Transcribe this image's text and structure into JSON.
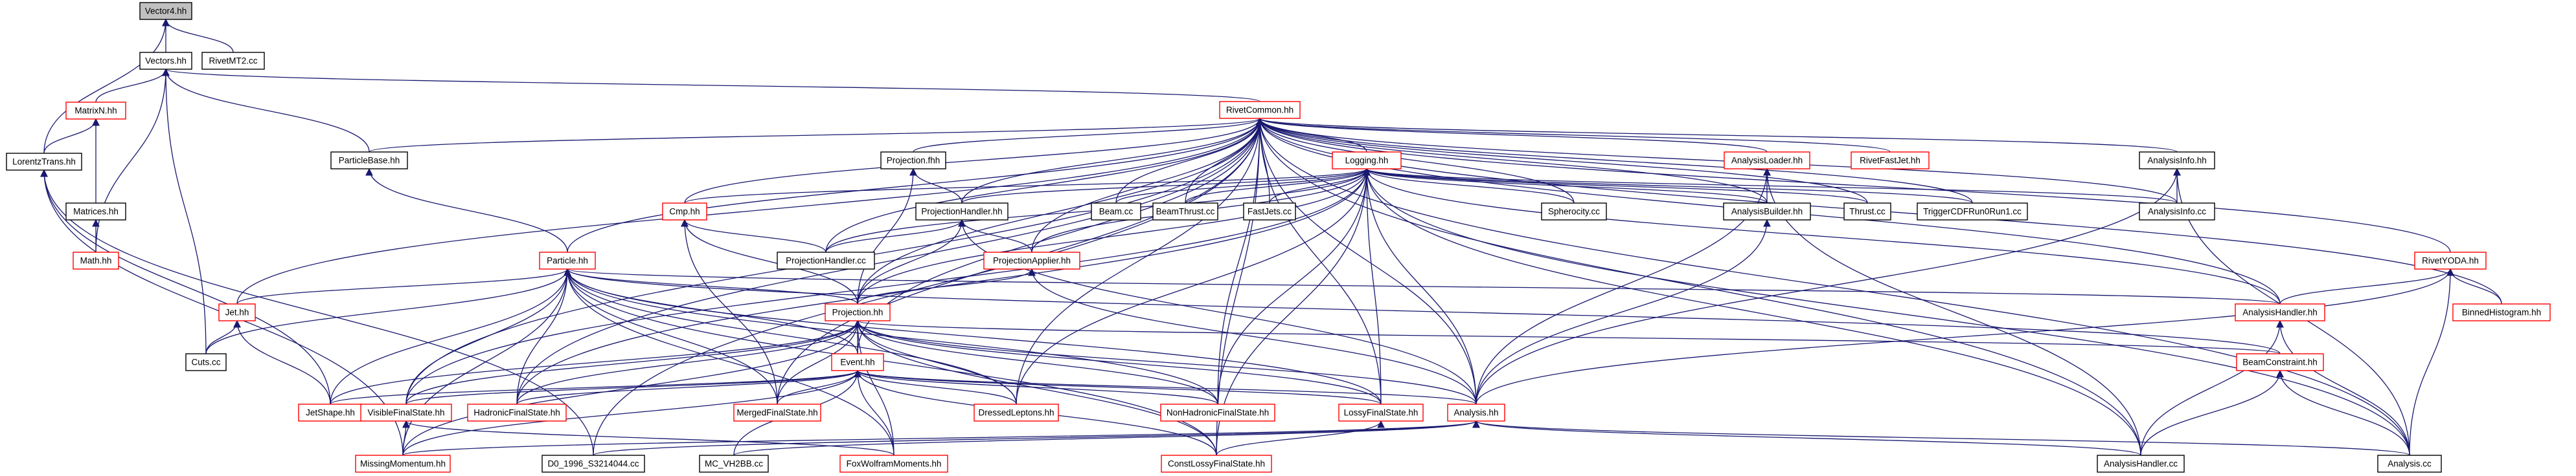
{
  "colors": {
    "edge": "#191970",
    "box_documented": "#000000",
    "box_undocumented": "#ff0000",
    "current_fill": "#c0c0c0"
  },
  "nodes": [
    {
      "id": "vector4",
      "label": "Vector4.hh",
      "state": "current"
    },
    {
      "id": "vectors",
      "label": "Vectors.hh",
      "state": "documented"
    },
    {
      "id": "rivetmt2",
      "label": "RivetMT2.cc",
      "state": "documented"
    },
    {
      "id": "matrixn",
      "label": "MatrixN.hh",
      "state": "undocumented"
    },
    {
      "id": "lorentztrans",
      "label": "LorentzTrans.hh",
      "state": "documented"
    },
    {
      "id": "matrices",
      "label": "Matrices.hh",
      "state": "documented"
    },
    {
      "id": "math",
      "label": "Math.hh",
      "state": "undocumented"
    },
    {
      "id": "rivetcommon",
      "label": "RivetCommon.hh",
      "state": "undocumented"
    },
    {
      "id": "particlebase",
      "label": "ParticleBase.hh",
      "state": "documented"
    },
    {
      "id": "projectionfhh",
      "label": "Projection.fhh",
      "state": "documented"
    },
    {
      "id": "logging",
      "label": "Logging.hh",
      "state": "undocumented"
    },
    {
      "id": "analysisloader",
      "label": "AnalysisLoader.hh",
      "state": "undocumented"
    },
    {
      "id": "rivetfastjet",
      "label": "RivetFastJet.hh",
      "state": "undocumented"
    },
    {
      "id": "analysisinfohh",
      "label": "AnalysisInfo.hh",
      "state": "documented"
    },
    {
      "id": "cmp",
      "label": "Cmp.hh",
      "state": "undocumented"
    },
    {
      "id": "projectionhandlerhh",
      "label": "ProjectionHandler.hh",
      "state": "documented"
    },
    {
      "id": "beam",
      "label": "Beam.cc",
      "state": "documented"
    },
    {
      "id": "beamthrust",
      "label": "BeamThrust.cc",
      "state": "documented"
    },
    {
      "id": "fastjets",
      "label": "FastJets.cc",
      "state": "documented"
    },
    {
      "id": "spherocity",
      "label": "Spherocity.cc",
      "state": "documented"
    },
    {
      "id": "analysisbuilder",
      "label": "AnalysisBuilder.hh",
      "state": "documented"
    },
    {
      "id": "thrust",
      "label": "Thrust.cc",
      "state": "documented"
    },
    {
      "id": "triggercdf",
      "label": "TriggerCDFRun0Run1.cc",
      "state": "documented"
    },
    {
      "id": "analysisinfocc",
      "label": "AnalysisInfo.cc",
      "state": "documented"
    },
    {
      "id": "projectionhandlercc",
      "label": "ProjectionHandler.cc",
      "state": "documented"
    },
    {
      "id": "projectionapplier",
      "label": "ProjectionApplier.hh",
      "state": "undocumented"
    },
    {
      "id": "particle",
      "label": "Particle.hh",
      "state": "undocumented"
    },
    {
      "id": "rivetyoda",
      "label": "RivetYODA.hh",
      "state": "undocumented"
    },
    {
      "id": "jet",
      "label": "Jet.hh",
      "state": "undocumented"
    },
    {
      "id": "projectionhh",
      "label": "Projection.hh",
      "state": "undocumented"
    },
    {
      "id": "analysishandlerhh",
      "label": "AnalysisHandler.hh",
      "state": "undocumented"
    },
    {
      "id": "binnedhistogram",
      "label": "BinnedHistogram.hh",
      "state": "undocumented"
    },
    {
      "id": "cuts",
      "label": "Cuts.cc",
      "state": "documented"
    },
    {
      "id": "event",
      "label": "Event.hh",
      "state": "undocumented"
    },
    {
      "id": "beamconstraint",
      "label": "BeamConstraint.hh",
      "state": "undocumented"
    },
    {
      "id": "jetshape",
      "label": "JetShape.hh",
      "state": "undocumented"
    },
    {
      "id": "visiblefinalstate",
      "label": "VisibleFinalState.hh",
      "state": "undocumented"
    },
    {
      "id": "hadronicfinalstate",
      "label": "HadronicFinalState.hh",
      "state": "undocumented"
    },
    {
      "id": "mergedfinalstate",
      "label": "MergedFinalState.hh",
      "state": "undocumented"
    },
    {
      "id": "dressedleptons",
      "label": "DressedLeptons.hh",
      "state": "undocumented"
    },
    {
      "id": "nonhadronicfinalstate",
      "label": "NonHadronicFinalState.hh",
      "state": "undocumented"
    },
    {
      "id": "lossyfinalstate",
      "label": "LossyFinalState.hh",
      "state": "undocumented"
    },
    {
      "id": "analysishh",
      "label": "Analysis.hh",
      "state": "undocumented"
    },
    {
      "id": "missingmomentum",
      "label": "MissingMomentum.hh",
      "state": "undocumented"
    },
    {
      "id": "d0",
      "label": "D0_1996_S3214044.cc",
      "state": "documented"
    },
    {
      "id": "mcvh2bb",
      "label": "MC_VH2BB.cc",
      "state": "documented"
    },
    {
      "id": "foxwolfram",
      "label": "FoxWolframMoments.hh",
      "state": "undocumented"
    },
    {
      "id": "constlossy",
      "label": "ConstLossyFinalState.hh",
      "state": "undocumented"
    },
    {
      "id": "analysishandlercc",
      "label": "AnalysisHandler.cc",
      "state": "documented"
    },
    {
      "id": "analysiscc",
      "label": "Analysis.cc",
      "state": "documented"
    }
  ],
  "edges": [
    [
      "vector4",
      "vectors"
    ],
    [
      "vector4",
      "rivetmt2"
    ],
    [
      "vector4",
      "lorentztrans"
    ],
    [
      "vectors",
      "matrixn"
    ],
    [
      "vectors",
      "math"
    ],
    [
      "vectors",
      "cuts"
    ],
    [
      "vectors",
      "rivetcommon"
    ],
    [
      "vectors",
      "particlebase"
    ],
    [
      "matrixn",
      "lorentztrans"
    ],
    [
      "matrixn",
      "matrices"
    ],
    [
      "matrices",
      "math"
    ],
    [
      "lorentztrans",
      "jetshape"
    ],
    [
      "lorentztrans",
      "missingmomentum"
    ],
    [
      "lorentztrans",
      "d0"
    ],
    [
      "rivetcommon",
      "particlebase"
    ],
    [
      "rivetcommon",
      "projectionfhh"
    ],
    [
      "rivetcommon",
      "logging"
    ],
    [
      "rivetcommon",
      "analysisloader"
    ],
    [
      "rivetcommon",
      "rivetfastjet"
    ],
    [
      "rivetcommon",
      "analysisinfohh"
    ],
    [
      "rivetcommon",
      "cmp"
    ],
    [
      "rivetcommon",
      "projectionhandlerhh"
    ],
    [
      "rivetcommon",
      "beam"
    ],
    [
      "rivetcommon",
      "beamthrust"
    ],
    [
      "rivetcommon",
      "fastjets"
    ],
    [
      "rivetcommon",
      "spherocity"
    ],
    [
      "rivetcommon",
      "analysisbuilder"
    ],
    [
      "rivetcommon",
      "thrust"
    ],
    [
      "rivetcommon",
      "triggercdf"
    ],
    [
      "rivetcommon",
      "analysisinfocc"
    ],
    [
      "rivetcommon",
      "projectionhandlercc"
    ],
    [
      "rivetcommon",
      "projectionapplier"
    ],
    [
      "rivetcommon",
      "particle"
    ],
    [
      "rivetcommon",
      "rivetyoda"
    ],
    [
      "rivetcommon",
      "jet"
    ],
    [
      "rivetcommon",
      "projectionhh"
    ],
    [
      "rivetcommon",
      "analysishandlerhh"
    ],
    [
      "rivetcommon",
      "binnedhistogram"
    ],
    [
      "rivetcommon",
      "event"
    ],
    [
      "rivetcommon",
      "visiblefinalstate"
    ],
    [
      "rivetcommon",
      "hadronicfinalstate"
    ],
    [
      "rivetcommon",
      "mergedfinalstate"
    ],
    [
      "rivetcommon",
      "dressedleptons"
    ],
    [
      "rivetcommon",
      "nonhadronicfinalstate"
    ],
    [
      "rivetcommon",
      "lossyfinalstate"
    ],
    [
      "rivetcommon",
      "analysishh"
    ],
    [
      "rivetcommon",
      "constlossy"
    ],
    [
      "rivetcommon",
      "analysishandlercc"
    ],
    [
      "rivetcommon",
      "analysiscc"
    ],
    [
      "rivetcommon",
      "d0"
    ],
    [
      "logging",
      "cmp"
    ],
    [
      "logging",
      "projectionhandlerhh"
    ],
    [
      "logging",
      "beam"
    ],
    [
      "logging",
      "beamthrust"
    ],
    [
      "logging",
      "fastjets"
    ],
    [
      "logging",
      "spherocity"
    ],
    [
      "logging",
      "analysisbuilder"
    ],
    [
      "logging",
      "thrust"
    ],
    [
      "logging",
      "triggercdf"
    ],
    [
      "logging",
      "analysisinfocc"
    ],
    [
      "logging",
      "projectionhandlercc"
    ],
    [
      "logging",
      "projectionapplier"
    ],
    [
      "logging",
      "projectionhh"
    ],
    [
      "logging",
      "analysishh"
    ],
    [
      "logging",
      "analysishandlercc"
    ],
    [
      "logging",
      "analysiscc"
    ],
    [
      "logging",
      "visiblefinalstate"
    ],
    [
      "logging",
      "hadronicfinalstate"
    ],
    [
      "logging",
      "dressedleptons"
    ],
    [
      "logging",
      "lossyfinalstate"
    ],
    [
      "logging",
      "nonhadronicfinalstate"
    ],
    [
      "logging",
      "constlossy"
    ],
    [
      "logging",
      "analysishandlerhh"
    ],
    [
      "particlebase",
      "particle"
    ],
    [
      "projectionfhh",
      "projectionhandlerhh"
    ],
    [
      "projectionfhh",
      "projectionhh"
    ],
    [
      "projectionhandlerhh",
      "projectionhandlercc"
    ],
    [
      "projectionhandlerhh",
      "projectionapplier"
    ],
    [
      "projectionhandlerhh",
      "projectionhh"
    ],
    [
      "projectionhandlerhh",
      "analysishh"
    ],
    [
      "projectionapplier",
      "projectionhh"
    ],
    [
      "projectionapplier",
      "analysishh"
    ],
    [
      "cmp",
      "projectionhh"
    ],
    [
      "cmp",
      "projectionhandlercc"
    ],
    [
      "cmp",
      "mergedfinalstate"
    ],
    [
      "analysisloader",
      "analysisbuilder"
    ],
    [
      "analysisloader",
      "analysishh"
    ],
    [
      "analysisloader",
      "analysishandlercc"
    ],
    [
      "analysisinfohh",
      "analysisinfocc"
    ],
    [
      "analysisinfohh",
      "analysishh"
    ],
    [
      "analysisinfohh",
      "analysiscc"
    ],
    [
      "analysisbuilder",
      "analysishh"
    ],
    [
      "particle",
      "jet"
    ],
    [
      "particle",
      "cuts"
    ],
    [
      "particle",
      "projectionhh"
    ],
    [
      "particle",
      "event"
    ],
    [
      "particle",
      "jetshape"
    ],
    [
      "particle",
      "visiblefinalstate"
    ],
    [
      "particle",
      "hadronicfinalstate"
    ],
    [
      "particle",
      "mergedfinalstate"
    ],
    [
      "particle",
      "dressedleptons"
    ],
    [
      "particle",
      "nonhadronicfinalstate"
    ],
    [
      "particle",
      "lossyfinalstate"
    ],
    [
      "particle",
      "missingmomentum"
    ],
    [
      "particle",
      "foxwolfram"
    ],
    [
      "particle",
      "analysishandlerhh"
    ],
    [
      "particle",
      "beamconstraint"
    ],
    [
      "particle",
      "constlossy"
    ],
    [
      "jet",
      "cuts"
    ],
    [
      "jet",
      "jetshape"
    ],
    [
      "rivetyoda",
      "analysishandlerhh"
    ],
    [
      "rivetyoda",
      "binnedhistogram"
    ],
    [
      "rivetyoda",
      "analysishh"
    ],
    [
      "rivetyoda",
      "analysiscc"
    ],
    [
      "projectionhh",
      "event"
    ],
    [
      "projectionhh",
      "jetshape"
    ],
    [
      "projectionhh",
      "visiblefinalstate"
    ],
    [
      "projectionhh",
      "hadronicfinalstate"
    ],
    [
      "projectionhh",
      "mergedfinalstate"
    ],
    [
      "projectionhh",
      "dressedleptons"
    ],
    [
      "projectionhh",
      "nonhadronicfinalstate"
    ],
    [
      "projectionhh",
      "lossyfinalstate"
    ],
    [
      "projectionhh",
      "analysishh"
    ],
    [
      "projectionhh",
      "missingmomentum"
    ],
    [
      "projectionhh",
      "foxwolfram"
    ],
    [
      "projectionhh",
      "constlossy"
    ],
    [
      "projectionhh",
      "beamconstraint"
    ],
    [
      "analysishandlerhh",
      "analysishandlercc"
    ],
    [
      "analysishandlerhh",
      "analysiscc"
    ],
    [
      "beamconstraint",
      "analysishandlercc"
    ],
    [
      "beamconstraint",
      "analysiscc"
    ],
    [
      "event",
      "jetshape"
    ],
    [
      "event",
      "visiblefinalstate"
    ],
    [
      "event",
      "hadronicfinalstate"
    ],
    [
      "event",
      "mergedfinalstate"
    ],
    [
      "event",
      "dressedleptons"
    ],
    [
      "event",
      "nonhadronicfinalstate"
    ],
    [
      "event",
      "lossyfinalstate"
    ],
    [
      "event",
      "analysishh"
    ],
    [
      "event",
      "missingmomentum"
    ],
    [
      "event",
      "foxwolfram"
    ],
    [
      "event",
      "constlossy"
    ],
    [
      "event",
      "mcvh2bb"
    ],
    [
      "visiblefinalstate",
      "missingmomentum"
    ],
    [
      "visiblefinalstate",
      "foxwolfram"
    ],
    [
      "lossyfinalstate",
      "constlossy"
    ],
    [
      "analysishh",
      "analysishandlercc"
    ],
    [
      "analysishh",
      "analysiscc"
    ],
    [
      "analysishh",
      "d0"
    ],
    [
      "analysishh",
      "mcvh2bb"
    ],
    [
      "analysishh",
      "missingmomentum"
    ]
  ]
}
